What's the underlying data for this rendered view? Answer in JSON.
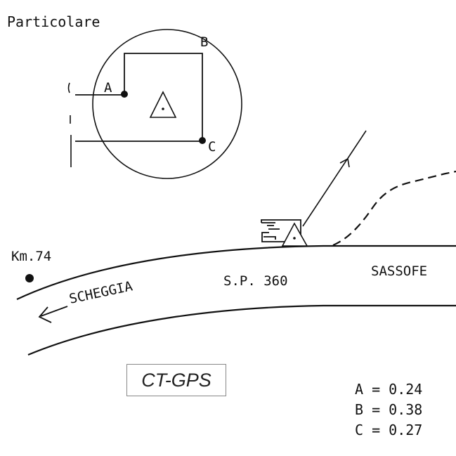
{
  "detail_title": "Particolare",
  "points": {
    "a": "A",
    "b": "B",
    "c": "C"
  },
  "road": {
    "km_marker": "Km.74",
    "name": "S.P. 360",
    "direction_left": "SCHEGGIA",
    "direction_right": "SASSOFE"
  },
  "tag": "CT-GPS",
  "coordinates": [
    {
      "label": "A",
      "value": "0.24"
    },
    {
      "label": "B",
      "value": "0.38"
    },
    {
      "label": "C",
      "value": "0.27"
    }
  ]
}
